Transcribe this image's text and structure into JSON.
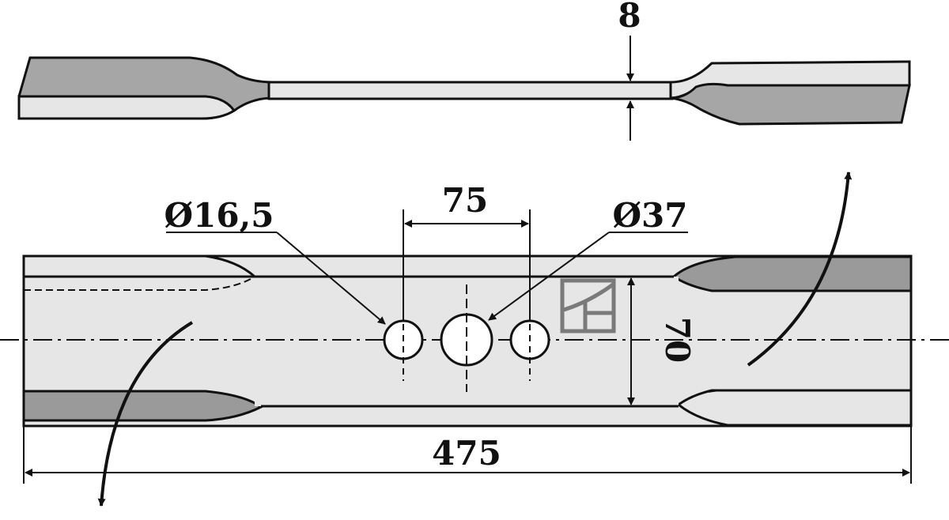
{
  "drawing": {
    "dimensions": {
      "thickness": "8",
      "hole_spacing": "75",
      "small_hole_diameter": "Ø16,5",
      "large_hole_diameter": "Ø37",
      "width": "70",
      "length": "475"
    },
    "colors": {
      "blade_fill": "#e6e6e6",
      "bevel_fill": "#9a9a9a",
      "side_fill": "#a6a6a6",
      "line": "#111111",
      "stamp": "#7a7a7a"
    }
  }
}
